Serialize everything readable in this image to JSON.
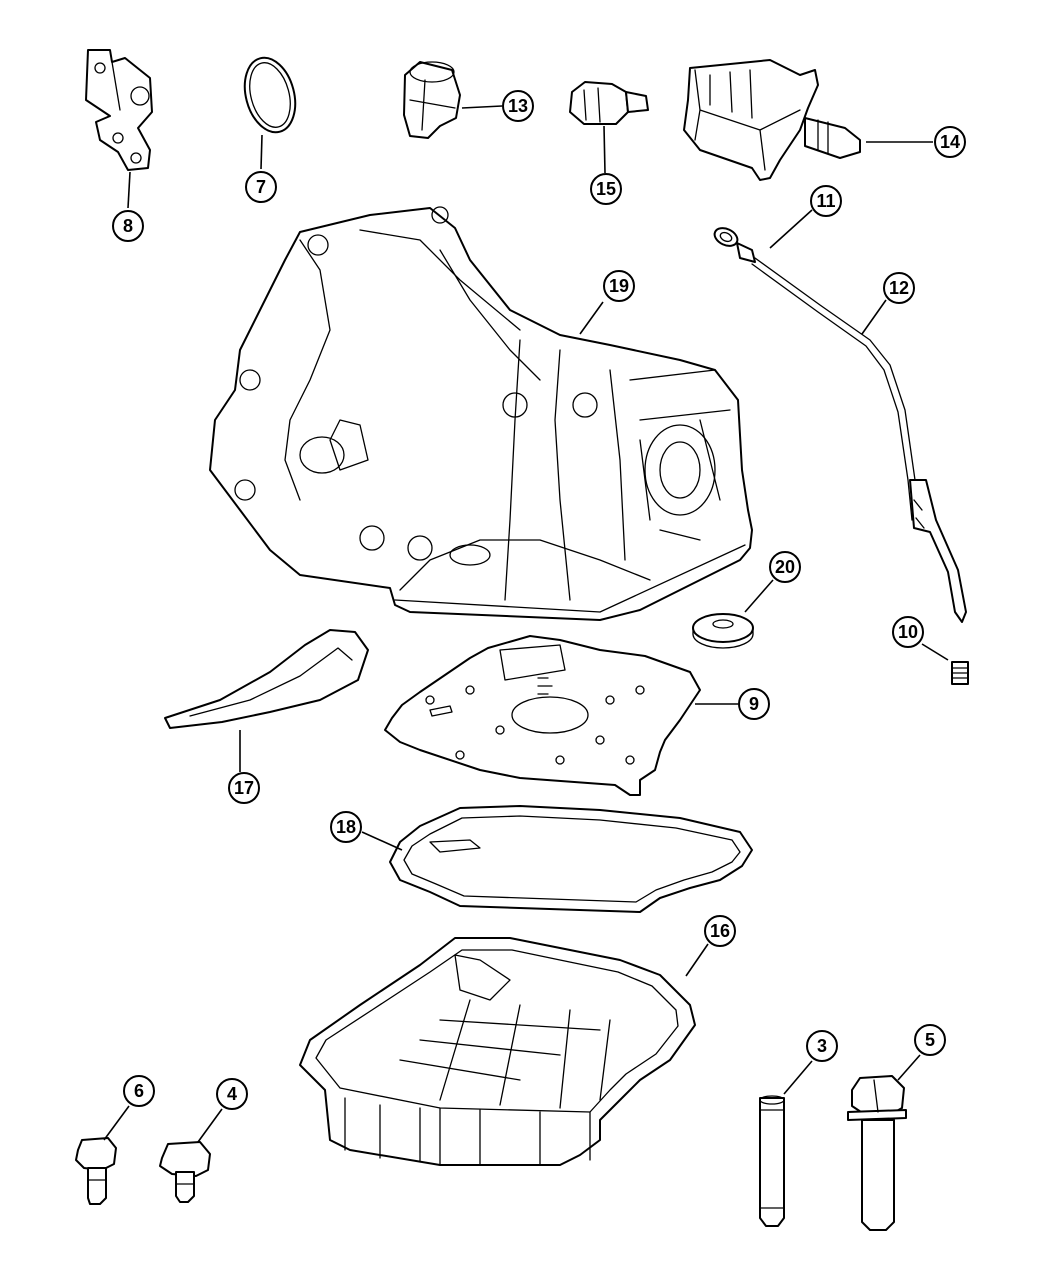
{
  "callouts": [
    {
      "id": "callout-3",
      "label": "3"
    },
    {
      "id": "callout-4",
      "label": "4"
    },
    {
      "id": "callout-5",
      "label": "5"
    },
    {
      "id": "callout-6",
      "label": "6"
    },
    {
      "id": "callout-7",
      "label": "7"
    },
    {
      "id": "callout-8",
      "label": "8"
    },
    {
      "id": "callout-9",
      "label": "9"
    },
    {
      "id": "callout-10",
      "label": "10"
    },
    {
      "id": "callout-11",
      "label": "11"
    },
    {
      "id": "callout-12",
      "label": "12"
    },
    {
      "id": "callout-13",
      "label": "13"
    },
    {
      "id": "callout-14",
      "label": "14"
    },
    {
      "id": "callout-15",
      "label": "15"
    },
    {
      "id": "callout-16",
      "label": "16"
    },
    {
      "id": "callout-17",
      "label": "17"
    },
    {
      "id": "callout-18",
      "label": "18"
    },
    {
      "id": "callout-19",
      "label": "19"
    },
    {
      "id": "callout-20",
      "label": "20"
    }
  ],
  "colors": {
    "line": "#000000",
    "background": "#ffffff"
  }
}
